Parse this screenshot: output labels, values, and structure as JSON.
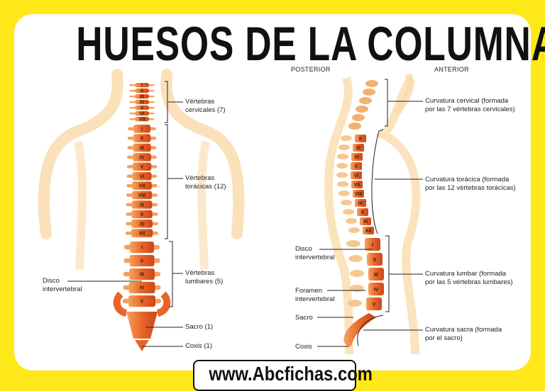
{
  "title": "HUESOS DE LA COLUMNA",
  "website": "www.Abcfichas.com",
  "colors": {
    "background": "#FFE81A",
    "panel": "#FFFFFF",
    "bone": "#E8652A",
    "skin": "#F9D9A8"
  },
  "posterior_view": {
    "cervical_numerals": [
      "I",
      "II",
      "III",
      "IV",
      "V",
      "VI",
      "VII"
    ],
    "thoracic_numerals": [
      "I",
      "II",
      "III",
      "IV",
      "V",
      "VI",
      "VII",
      "VIII",
      "IX",
      "X",
      "XI",
      "XII"
    ],
    "lumbar_numerals": [
      "I",
      "II",
      "III",
      "IV",
      "V"
    ],
    "labels": {
      "cervical": [
        "Vértebras",
        "cervicales (7)"
      ],
      "thoracic": [
        "Vértebras",
        "torácicas (12)"
      ],
      "lumbar": [
        "Vértebras",
        "lumbares (5)"
      ],
      "disc": [
        "Disco",
        "intervertebral"
      ],
      "sacrum": "Sacro (1)",
      "coccyx": "Coxis (1)"
    }
  },
  "lateral_view": {
    "posterior_heading": "POSTERIOR",
    "anterior_heading": "ANTERIOR",
    "thoracic_numerals": [
      "II",
      "III",
      "IV",
      "V",
      "VI",
      "VII",
      "VIII",
      "IX",
      "X",
      "XI",
      "XII"
    ],
    "lumbar_numerals": [
      "I",
      "II",
      "III",
      "IV",
      "V"
    ],
    "labels": {
      "cervical_curve": [
        "Curvatura cervical (formada",
        "por las 7 vértebras cervicales)"
      ],
      "thoracic_curve": [
        "Curvatura torácica (formada",
        "por las 12 vértebras torácicas)"
      ],
      "lumbar_curve": [
        "Curvatura lumbar (formada",
        "por las 5 vértebras lumbares)"
      ],
      "sacral_curve": [
        "Curvatura sacra (formada",
        "por el sacro)"
      ],
      "disc": [
        "Disco",
        "intervertebral"
      ],
      "foramen": [
        "Foramen",
        "intervertebral"
      ],
      "sacrum": "Sacro",
      "coccyx": "Coxis"
    }
  }
}
